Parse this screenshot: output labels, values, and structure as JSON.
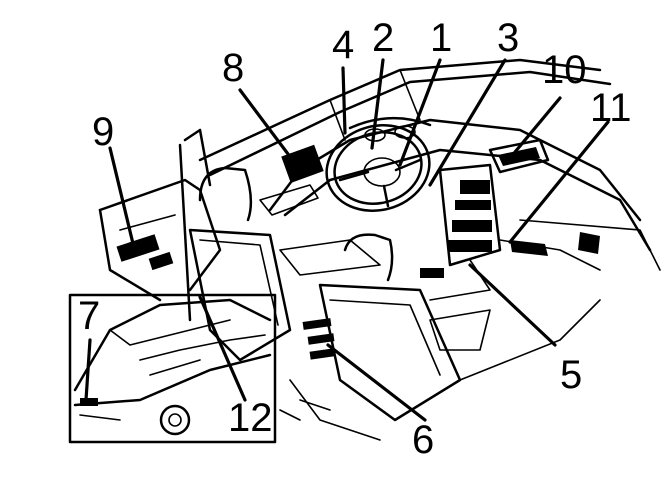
{
  "callouts": {
    "n1": "1",
    "n2": "2",
    "n3": "3",
    "n4": "4",
    "n5": "5",
    "n6": "6",
    "n7": "7",
    "n8": "8",
    "n9": "9",
    "n10": "10",
    "n11": "11",
    "n12": "12"
  },
  "colors": {
    "ink": "#000000",
    "paper": "#ffffff"
  }
}
